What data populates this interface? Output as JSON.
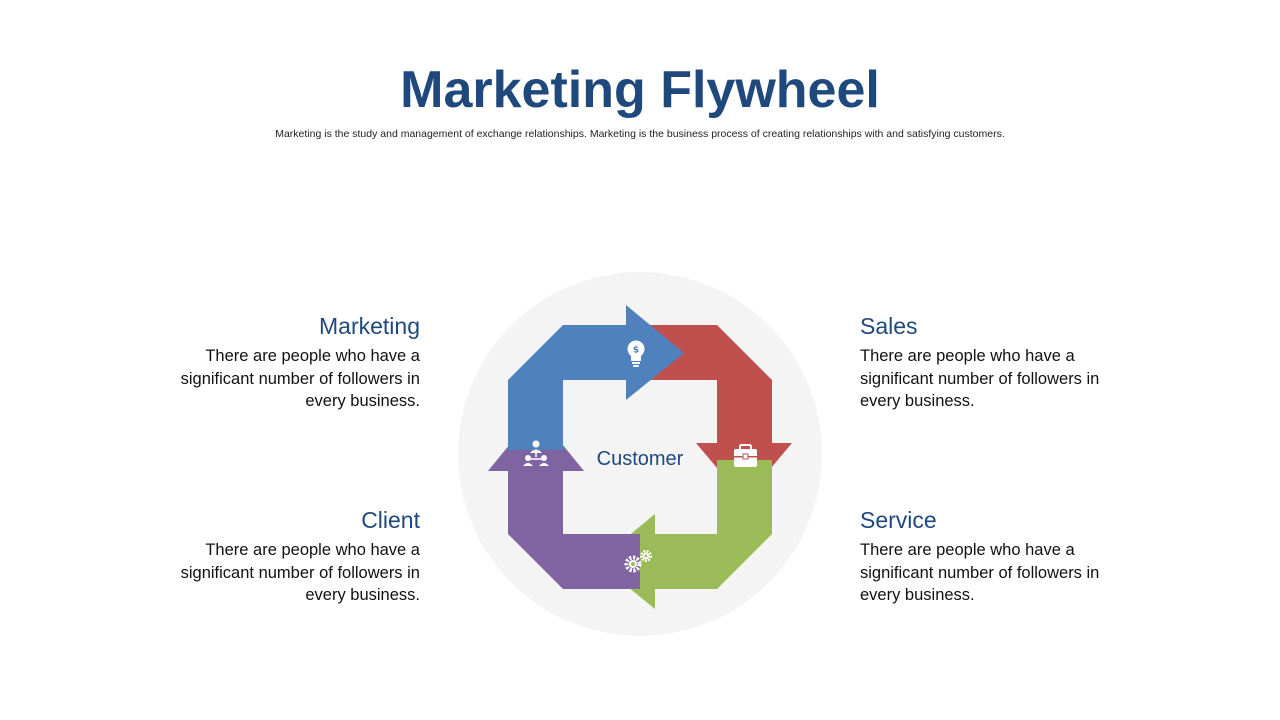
{
  "slide": {
    "title": "Marketing Flywheel",
    "subtitle": "Marketing is the study and management of exchange relationships. Marketing is the business process of creating relationships with and satisfying customers."
  },
  "flywheel": {
    "center_label": "Customer",
    "colors": {
      "circle": "#f4f4f4",
      "marketing": "#4f81bd",
      "sales": "#c0504d",
      "service": "#9bbb59",
      "client": "#8064a2",
      "heading": "#1f497d"
    },
    "icons": {
      "marketing": "lightbulb-dollar-icon",
      "sales": "briefcase-icon",
      "service": "gears-icon",
      "client": "people-network-icon"
    }
  },
  "blocks": {
    "marketing": {
      "heading": "Marketing",
      "body": "There are people who have a significant number of followers in every business."
    },
    "sales": {
      "heading": "Sales",
      "body": "There are people who have a significant number of followers in every business."
    },
    "client": {
      "heading": "Client",
      "body": "There are people who have a significant number of followers in every business."
    },
    "service": {
      "heading": "Service",
      "body": "There are people who have a significant number of followers in every business."
    }
  }
}
